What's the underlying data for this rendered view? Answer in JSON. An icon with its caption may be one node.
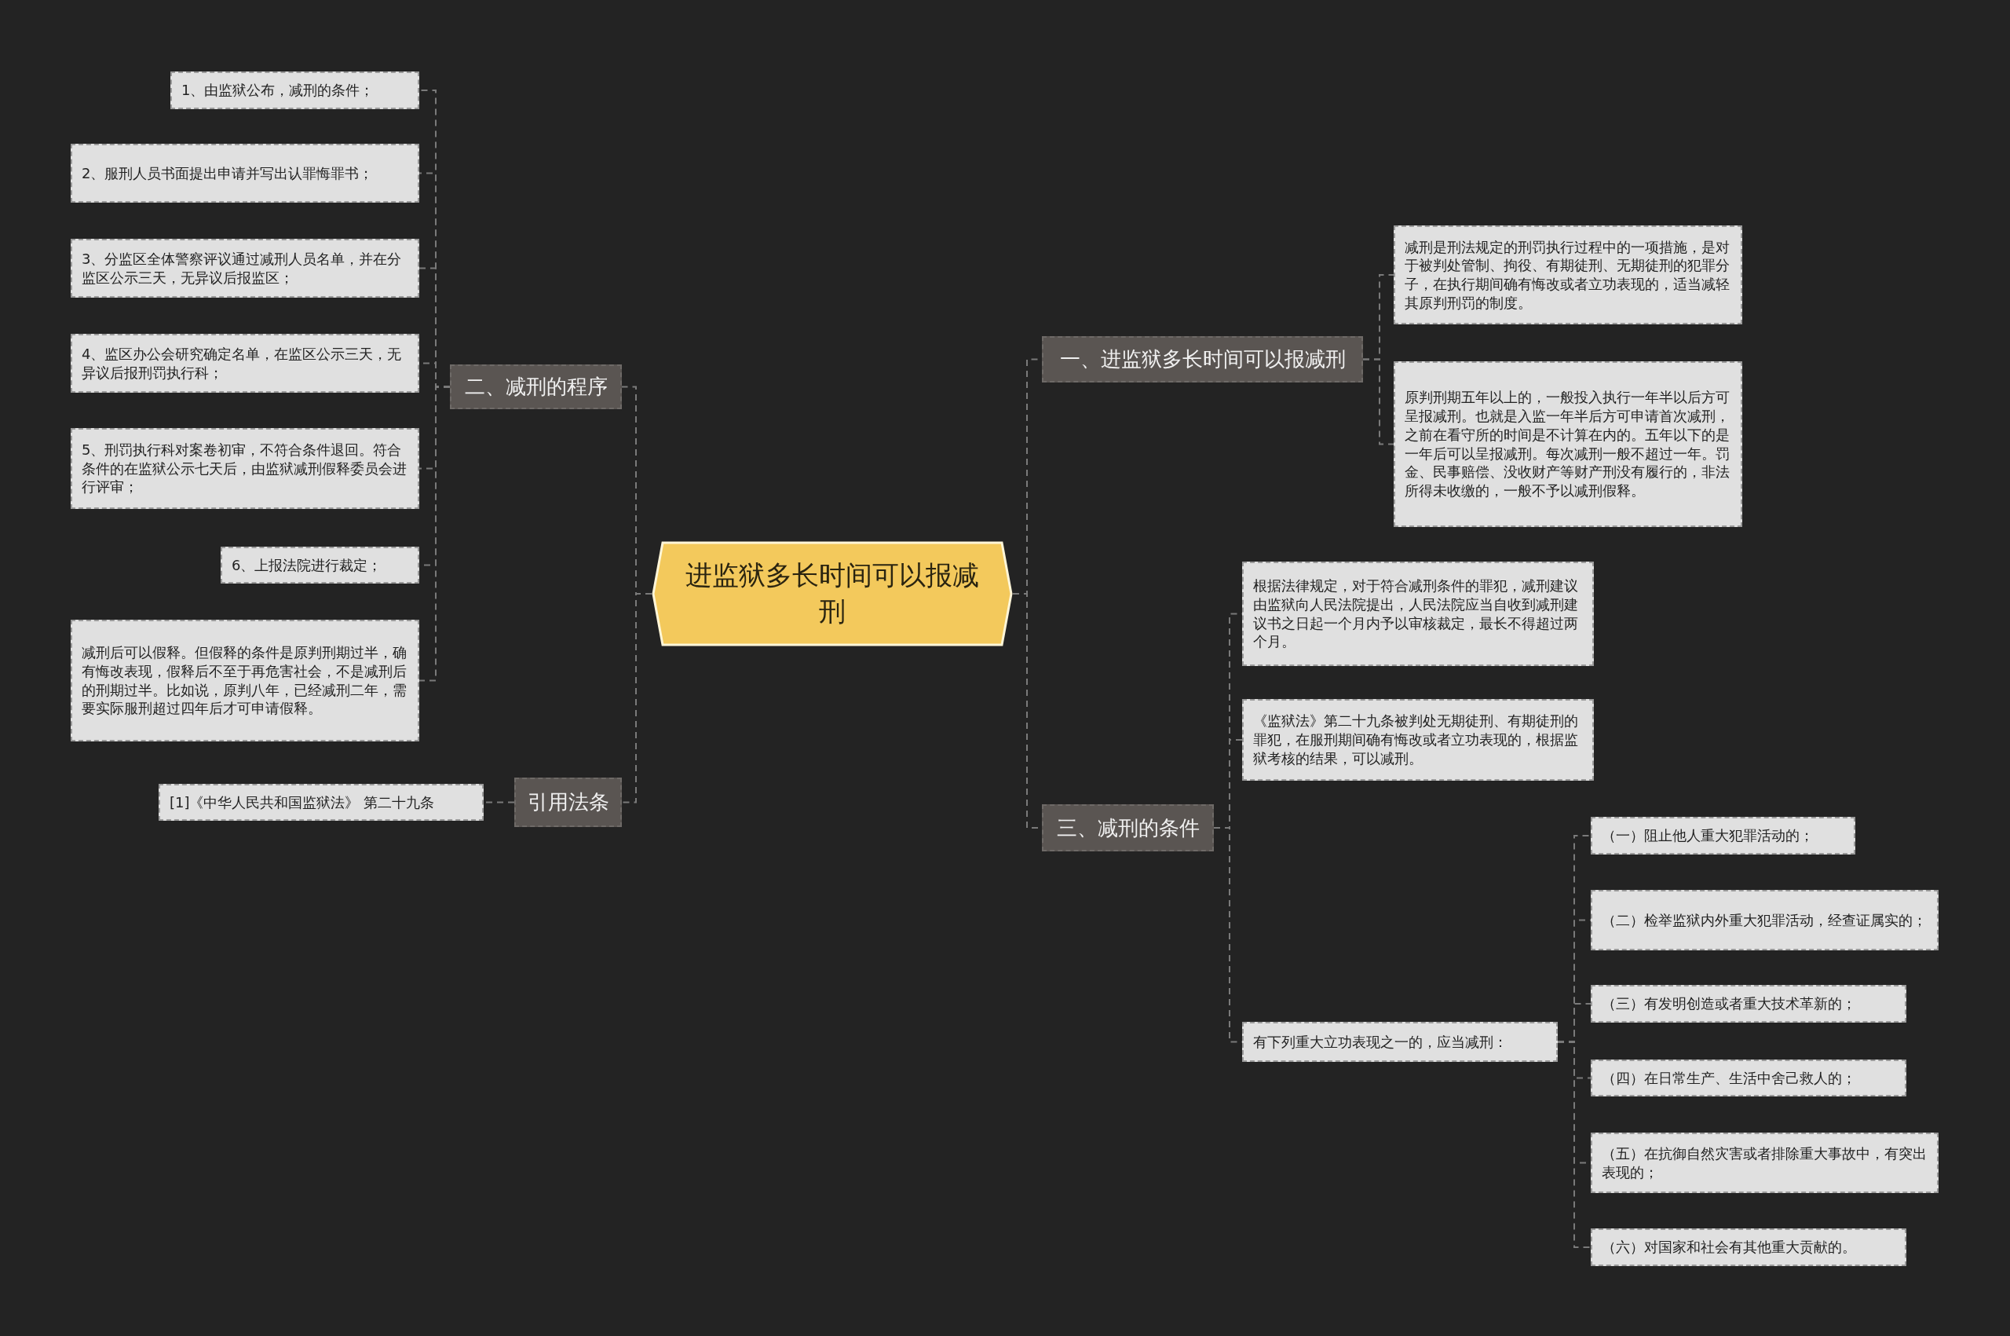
{
  "diagram": {
    "nodes": [
      {
        "text": [
          "进监狱多长时间可以报减刑"
        ]
      },
      {
        "text": [
          "一、进监狱多长时间可以报减刑"
        ]
      },
      {
        "text": [
          "减刑是刑法规定的刑罚执行过程中的一项措施，是对于被判处管制、拘役、有期徒刑、无期徒刑的犯罪分子，在执行期间确有悔改或者立功表现的，适当减轻其原判刑罚的制度。"
        ]
      },
      {
        "text": [
          "原判刑期五年以上的，一般投入执行一年半以后方可呈报减刑。也就是入监一年半后方可申请首次减刑，之前在看守所的时间是不计算在内的。五年以下的是一年后可以呈报减刑。每次减刑一般不超过一年。罚金、民事赔偿、没收财产等财产刑没有履行的，非法所得未收缴的，一般不予以减刑假释。"
        ]
      },
      {
        "text": [
          "二、减刑的程序"
        ]
      },
      {
        "text": [
          "1、由监狱公布，减刑的条件；"
        ]
      },
      {
        "text": [
          "2、服刑人员书面提出申请并写出认罪悔罪书；"
        ]
      },
      {
        "text": [
          "3、分监区全体警察评议通过减刑人员名单，并在分监区公示三天，无异议后报监区；"
        ]
      },
      {
        "text": [
          "4、监区办公会研究确定名单，在监区公示三天，无异议后报刑罚执行科；"
        ]
      },
      {
        "text": [
          "5、刑罚执行科对案卷初审，不符合条件退回。符合条件的在监狱公示七天后，由监狱减刑假释委员会进行评审；"
        ]
      },
      {
        "text": [
          "6、上报法院进行裁定；"
        ]
      },
      {
        "text": [
          "减刑后可以假释。但假释的条件是原判刑期过半，确有悔改表现，假释后不至于再危害社会，不是减刑后的刑期过半。比如说，原判八年，已经减刑二年，需要实际服刑超过四年后才可申请假释。"
        ]
      },
      {
        "text": [
          "三、减刑的条件"
        ]
      },
      {
        "text": [
          "根据法律规定，对于符合减刑条件的罪犯，减刑建议由监狱向人民法院提出，人民法院应当自收到减刑建议书之日起一个月内予以审核裁定，最长不得超过两个月。"
        ]
      },
      {
        "text": [
          "《监狱法》第二十九条被判处无期徒刑、有期徒刑的罪犯，在服刑期间确有悔改或者立功表现的，根据监狱考核的结果，可以减刑。"
        ]
      },
      {
        "text": [
          "有下列重大立功表现之一的，应当减刑："
        ]
      },
      {
        "text": [
          "（一）阻止他人重大犯罪活动的；"
        ]
      },
      {
        "text": [
          "（二）检举监狱内外重大犯罪活动，经查证属实的；"
        ]
      },
      {
        "text": [
          "（三）有发明创造或者重大技术革新的；"
        ]
      },
      {
        "text": [
          "（四）在日常生产、生活中舍己救人的；"
        ]
      },
      {
        "text": [
          "（五）在抗御自然灾害或者排除重大事故中，有突出表现的；"
        ]
      },
      {
        "text": [
          "（六）对国家和社会有其他重大贡献的。"
        ]
      },
      {
        "text": [
          "引用法条"
        ]
      },
      {
        "text": [
          "[1]《中华人民共和国监狱法》 第二十九条"
        ]
      }
    ],
    "edges": [
      {
        "from": 0,
        "to": 1,
        "arrow": "none"
      },
      {
        "from": 1,
        "to": 2,
        "arrow": "none"
      },
      {
        "from": 1,
        "to": 3,
        "arrow": "none"
      },
      {
        "from": 0,
        "to": 4,
        "arrow": "none"
      },
      {
        "from": 4,
        "to": 5,
        "arrow": "none"
      },
      {
        "from": 4,
        "to": 6,
        "arrow": "none"
      },
      {
        "from": 4,
        "to": 7,
        "arrow": "none"
      },
      {
        "from": 4,
        "to": 8,
        "arrow": "none"
      },
      {
        "from": 4,
        "to": 9,
        "arrow": "none"
      },
      {
        "from": 4,
        "to": 10,
        "arrow": "none"
      },
      {
        "from": 4,
        "to": 11,
        "arrow": "none"
      },
      {
        "from": 0,
        "to": 12,
        "arrow": "none"
      },
      {
        "from": 12,
        "to": 13,
        "arrow": "none"
      },
      {
        "from": 12,
        "to": 14,
        "arrow": "none"
      },
      {
        "from": 12,
        "to": 15,
        "arrow": "none"
      },
      {
        "from": 15,
        "to": 16,
        "arrow": "none"
      },
      {
        "from": 15,
        "to": 17,
        "arrow": "none"
      },
      {
        "from": 15,
        "to": 18,
        "arrow": "none"
      },
      {
        "from": 15,
        "to": 19,
        "arrow": "none"
      },
      {
        "from": 15,
        "to": 20,
        "arrow": "none"
      },
      {
        "from": 15,
        "to": 21,
        "arrow": "none"
      },
      {
        "from": 0,
        "to": 22,
        "arrow": "none"
      },
      {
        "from": 22,
        "to": 23,
        "arrow": "none"
      }
    ]
  }
}
